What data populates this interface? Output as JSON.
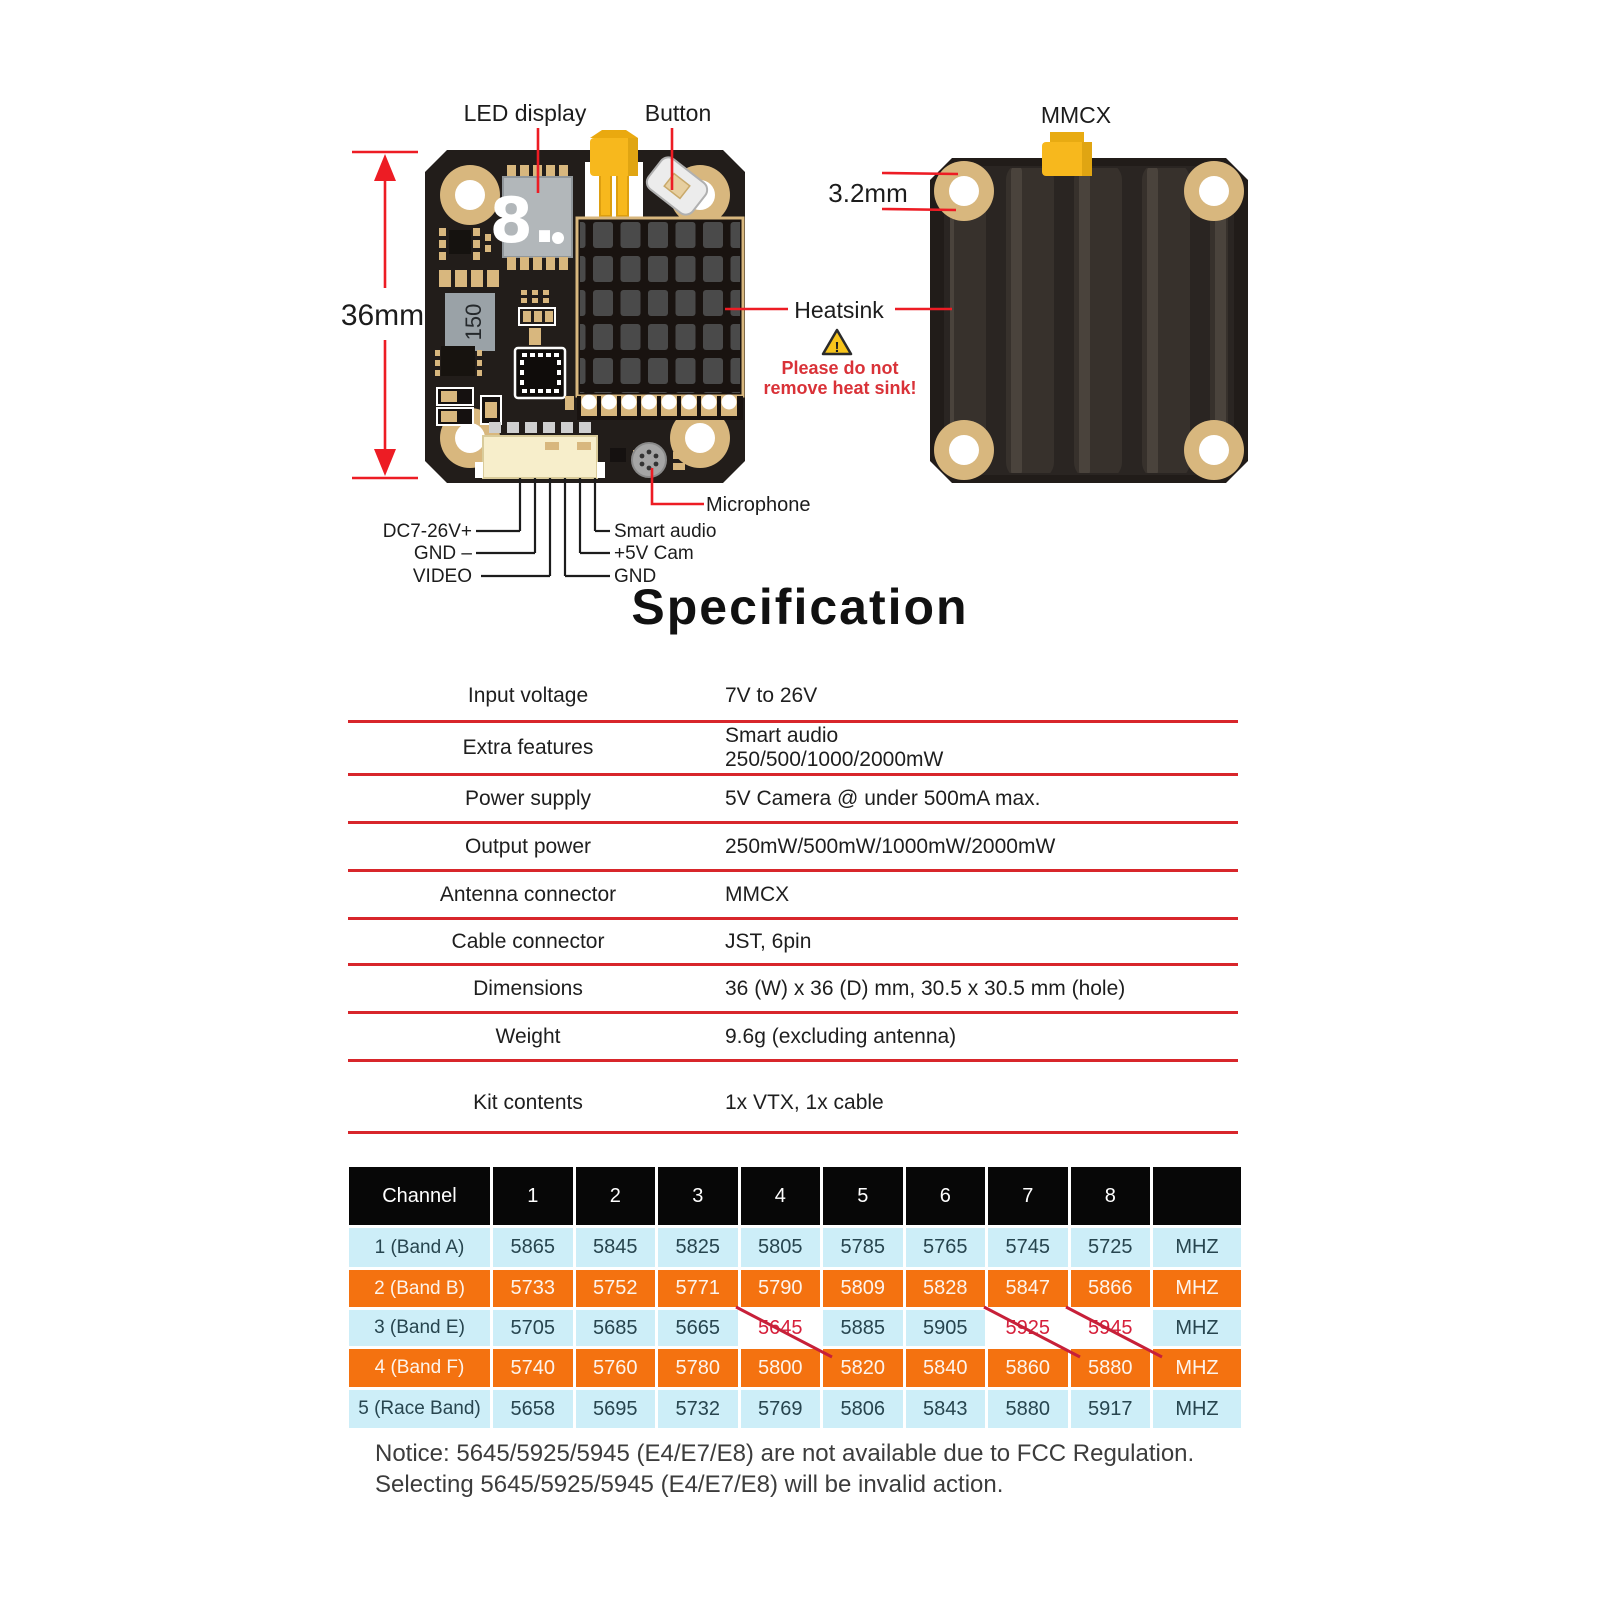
{
  "diagram": {
    "led_display_label": "LED display",
    "button_label": "Button",
    "mmcx_label": "MMCX",
    "heatsink_label": "Heatsink",
    "dim_height": "36mm",
    "dim_hole": "3.2mm",
    "microphone_label": "Microphone",
    "display_digit": "8.",
    "inductor_value": "150",
    "warning": {
      "mark": "!",
      "line1": "Please do not",
      "line2": "remove heat sink!"
    },
    "pins_left": [
      {
        "label": "DC7-26V+"
      },
      {
        "label": "GND –"
      },
      {
        "label": "VIDEO"
      }
    ],
    "pins_right": [
      {
        "label": "Smart audio"
      },
      {
        "label": "+5V Cam"
      },
      {
        "label": "GND"
      }
    ]
  },
  "title": "Specification",
  "spec": {
    "rows": [
      {
        "label": "Input voltage",
        "value": "7V to 26V"
      },
      {
        "label": "Extra features",
        "value": "Smart audio",
        "value2": "250/500/1000/2000mW"
      },
      {
        "label": "Power supply",
        "value": "5V Camera @ under  500mA max."
      },
      {
        "label": "Output power",
        "value": "250mW/500mW/1000mW/2000mW"
      },
      {
        "label": "Antenna connector",
        "value": "MMCX"
      },
      {
        "label": "Cable connector",
        "value": "JST, 6pin"
      },
      {
        "label": "Dimensions",
        "value": "36 (W) x 36 (D) mm, 30.5 x 30.5 mm (hole)"
      },
      {
        "label": "Weight",
        "value": "9.6g (excluding antenna)"
      },
      {
        "label": "Kit contents",
        "value": "1x VTX, 1x cable"
      }
    ]
  },
  "channels": {
    "unit": "MHZ",
    "header": [
      "Channel",
      "1",
      "2",
      "3",
      "4",
      "5",
      "6",
      "7",
      "8",
      ""
    ],
    "struck_channels": [
      "E4",
      "E7",
      "E8"
    ],
    "rows": [
      {
        "band": "1 (Band A)",
        "values": [
          "5865",
          "5845",
          "5825",
          "5805",
          "5785",
          "5765",
          "5745",
          "5725"
        ]
      },
      {
        "band": "2 (Band B)",
        "values": [
          "5733",
          "5752",
          "5771",
          "5790",
          "5809",
          "5828",
          "5847",
          "5866"
        ]
      },
      {
        "band": "3 (Band E)",
        "values": [
          "5705",
          "5685",
          "5665",
          "5645",
          "5885",
          "5905",
          "5925",
          "5945"
        ]
      },
      {
        "band": "4 (Band F)",
        "values": [
          "5740",
          "5760",
          "5780",
          "5800",
          "5820",
          "5840",
          "5860",
          "5880"
        ]
      },
      {
        "band": "5 (Race Band)",
        "values": [
          "5658",
          "5695",
          "5732",
          "5769",
          "5806",
          "5843",
          "5880",
          "5917"
        ]
      }
    ]
  },
  "notice": {
    "line1": "Notice: 5645/5925/5945 (E4/E7/E8) are not available due to FCC Regulation.",
    "line2": "Selecting 5645/5925/5945 (E4/E7/E8) will be invalid action."
  },
  "colors": {
    "rule_red": "#d8262b",
    "leader_red": "#ed1c24",
    "orange_row": "#f47210",
    "blue_row": "#cdeef8",
    "header_black": "#070707",
    "struck_red": "#d6203b",
    "warning_red": "#d93238",
    "pcb_gold": "#d8b77e",
    "connector_yellow": "#f7b81d"
  }
}
